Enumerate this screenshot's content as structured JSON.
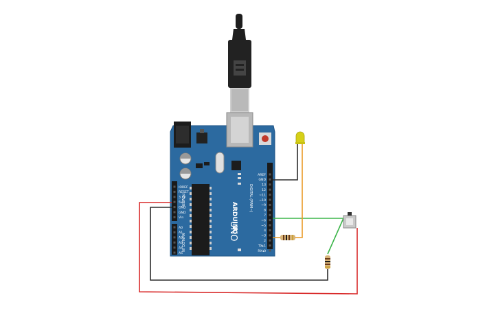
{
  "board": {
    "brand": "ARDUINO",
    "model": "UNO",
    "digital_header": "DIGITAL (PWM~)",
    "power_header": "POWER",
    "analog_header": "ANALOG IN",
    "digital_pins": [
      "AREF",
      "GND",
      "13",
      "12",
      "~11",
      "~10",
      "~9",
      "8",
      "7",
      "~6",
      "~5",
      "4",
      "~3",
      "2",
      "TX▸1",
      "RX◂0"
    ],
    "power_pins": [
      "IOREF",
      "RESET",
      "3.3V",
      "5V",
      "GND",
      "GND",
      "Vin"
    ],
    "analog_pins": [
      "A0",
      "A1",
      "A2",
      "A3",
      "A4",
      "A5"
    ]
  },
  "colors": {
    "board": "#2c6aa0",
    "wire_red": "#d92b2b",
    "wire_black": "#2b2b2b",
    "wire_green": "#3cb54a",
    "wire_orange": "#e99a26",
    "led": "#d6d018"
  },
  "icons": [
    "usb-cable-icon",
    "led-icon",
    "resistor-icon",
    "pushbutton-icon",
    "reset-button-icon"
  ]
}
